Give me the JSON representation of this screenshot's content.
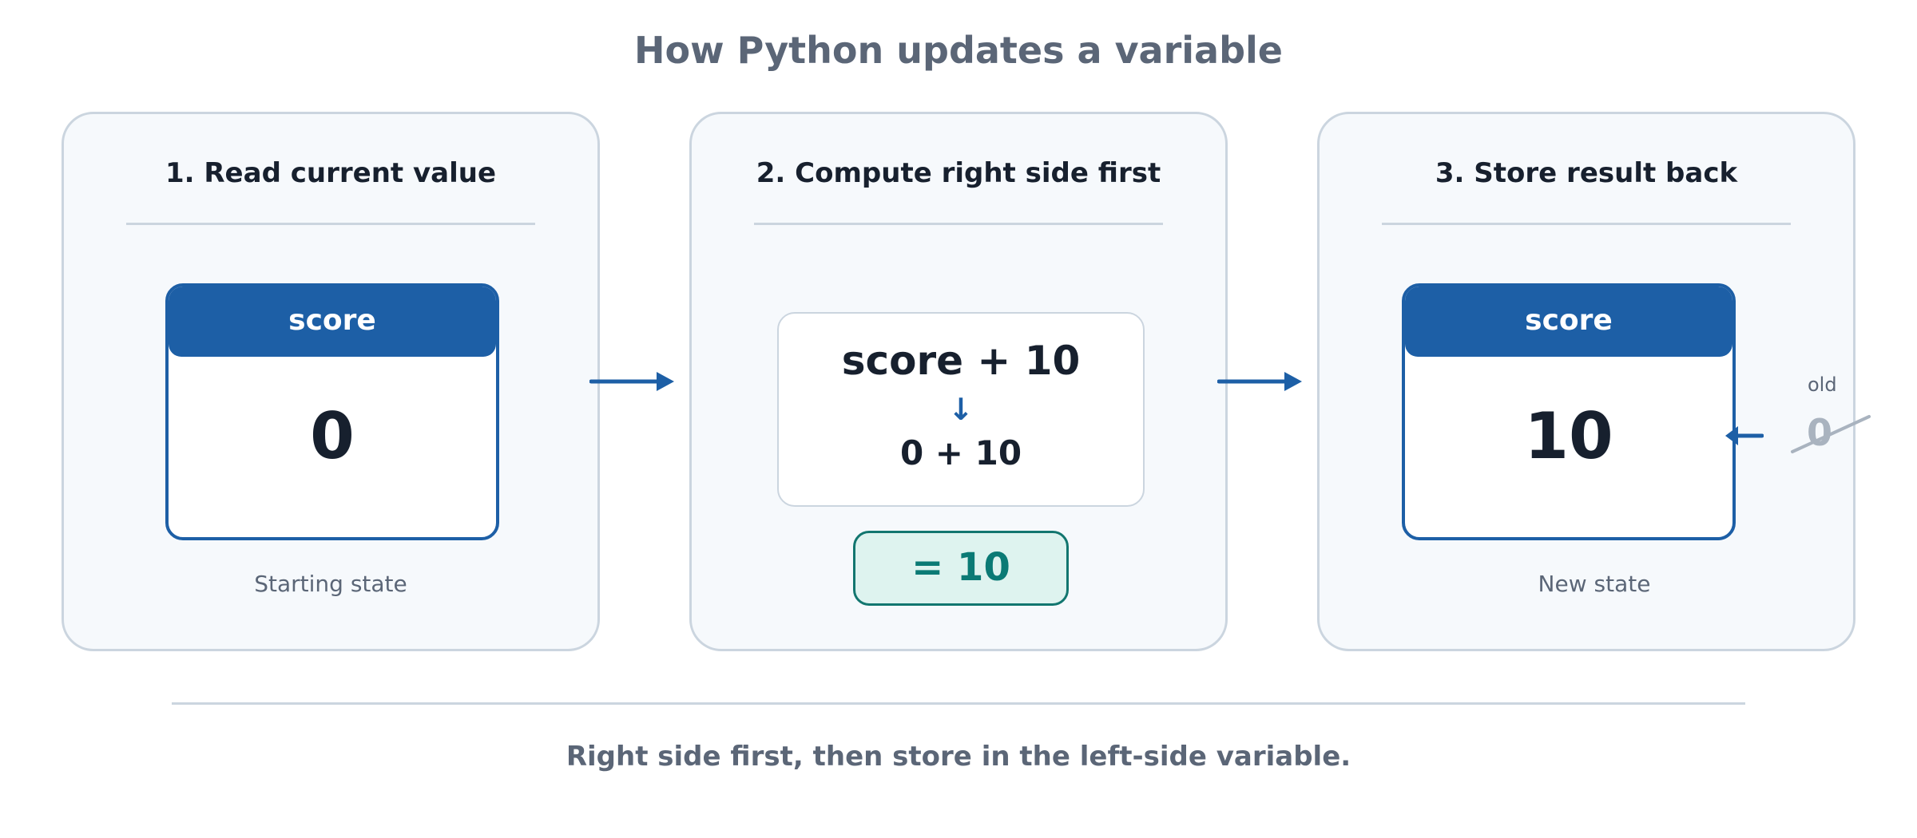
{
  "title": "How Python updates a variable",
  "steps": [
    {
      "title": "1. Read current value",
      "variable": {
        "name": "score",
        "value": "0"
      },
      "caption": "Starting state"
    },
    {
      "title": "2. Compute right side first",
      "expression": "score + 10",
      "arrow": "↓",
      "substituted": "0 + 10",
      "result": "= 10"
    },
    {
      "title": "3. Store result back",
      "variable": {
        "name": "score",
        "value": "10"
      },
      "old": {
        "label": "old",
        "value": "0"
      },
      "caption": "New state"
    }
  ],
  "footer": "Right side first, then store in the left-side variable.",
  "colors": {
    "accent": "#1d5fa6",
    "result": "#0b7a75",
    "result_bg": "#def3ef",
    "muted": "#5b6677",
    "panel_bg": "#f6f9fc",
    "panel_border": "#cbd5df"
  }
}
